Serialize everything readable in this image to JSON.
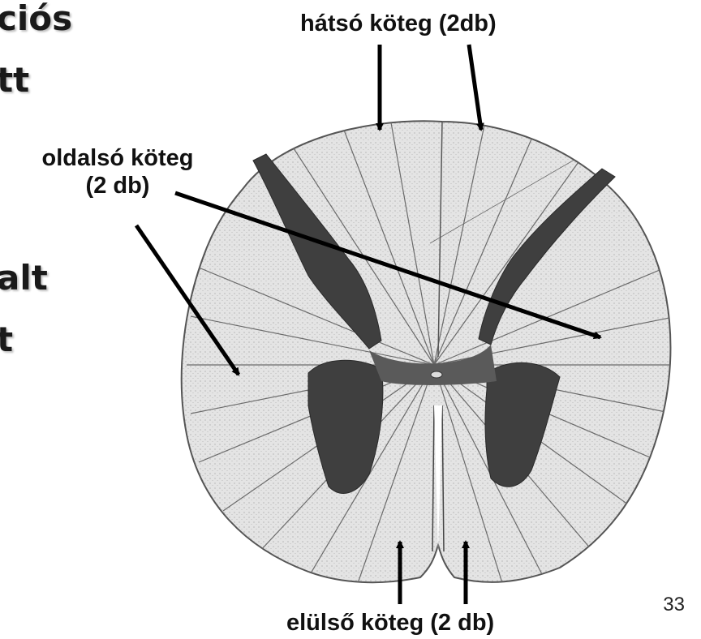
{
  "left_text_fragments": [
    "ciós",
    "tt",
    "alt",
    "t"
  ],
  "labels": {
    "posterior": "hátsó köteg (2db)",
    "lateral_line1": "oldalsó köteg",
    "lateral_line2": "(2 db)",
    "anterior": "elülső köteg (2 db)"
  },
  "page_number": "33",
  "colors": {
    "white_matter": "#e2e2e2",
    "grey_matter": "#3e3e3e",
    "arrows": "#000000"
  }
}
